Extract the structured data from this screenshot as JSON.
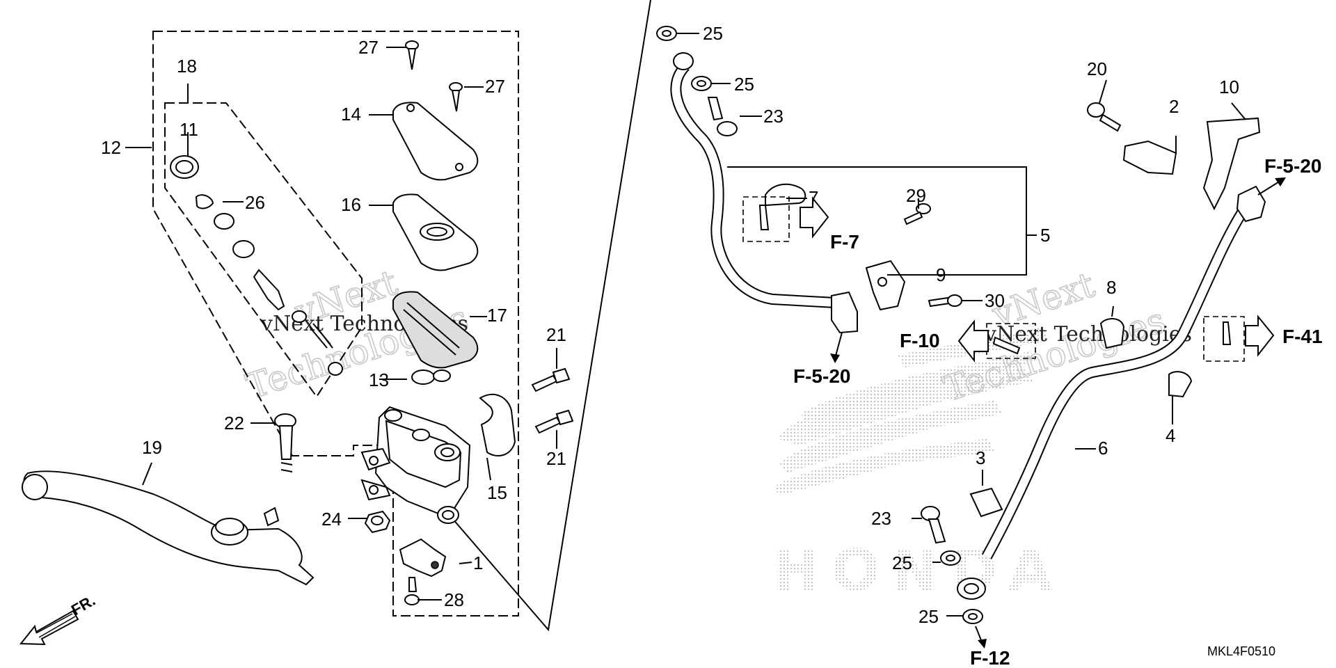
{
  "diagram": {
    "code": "MKL4F0510",
    "fr_label": "FR.",
    "watermark": {
      "line1": "vNext",
      "line2": "Technologies"
    },
    "callouts": [
      {
        "text": "1"
      },
      {
        "text": "2"
      },
      {
        "text": "3"
      },
      {
        "text": "4"
      },
      {
        "text": "5"
      },
      {
        "text": "6"
      },
      {
        "text": "7"
      },
      {
        "text": "8"
      },
      {
        "text": "9"
      },
      {
        "text": "10"
      },
      {
        "text": "11"
      },
      {
        "text": "12"
      },
      {
        "text": "13"
      },
      {
        "text": "14"
      },
      {
        "text": "15"
      },
      {
        "text": "16"
      },
      {
        "text": "17"
      },
      {
        "text": "18"
      },
      {
        "text": "19"
      },
      {
        "text": "20"
      },
      {
        "text": "21"
      },
      {
        "text": "21"
      },
      {
        "text": "22"
      },
      {
        "text": "23"
      },
      {
        "text": "23"
      },
      {
        "text": "24"
      },
      {
        "text": "25"
      },
      {
        "text": "25"
      },
      {
        "text": "25"
      },
      {
        "text": "25"
      },
      {
        "text": "26"
      },
      {
        "text": "27"
      },
      {
        "text": "27"
      },
      {
        "text": "28"
      },
      {
        "text": "29"
      },
      {
        "text": "30"
      }
    ],
    "references": [
      {
        "text": "F-7"
      },
      {
        "text": "F-5-20"
      },
      {
        "text": "F-10"
      },
      {
        "text": "F-5-20"
      },
      {
        "text": "F-41"
      },
      {
        "text": "F-12"
      }
    ]
  }
}
